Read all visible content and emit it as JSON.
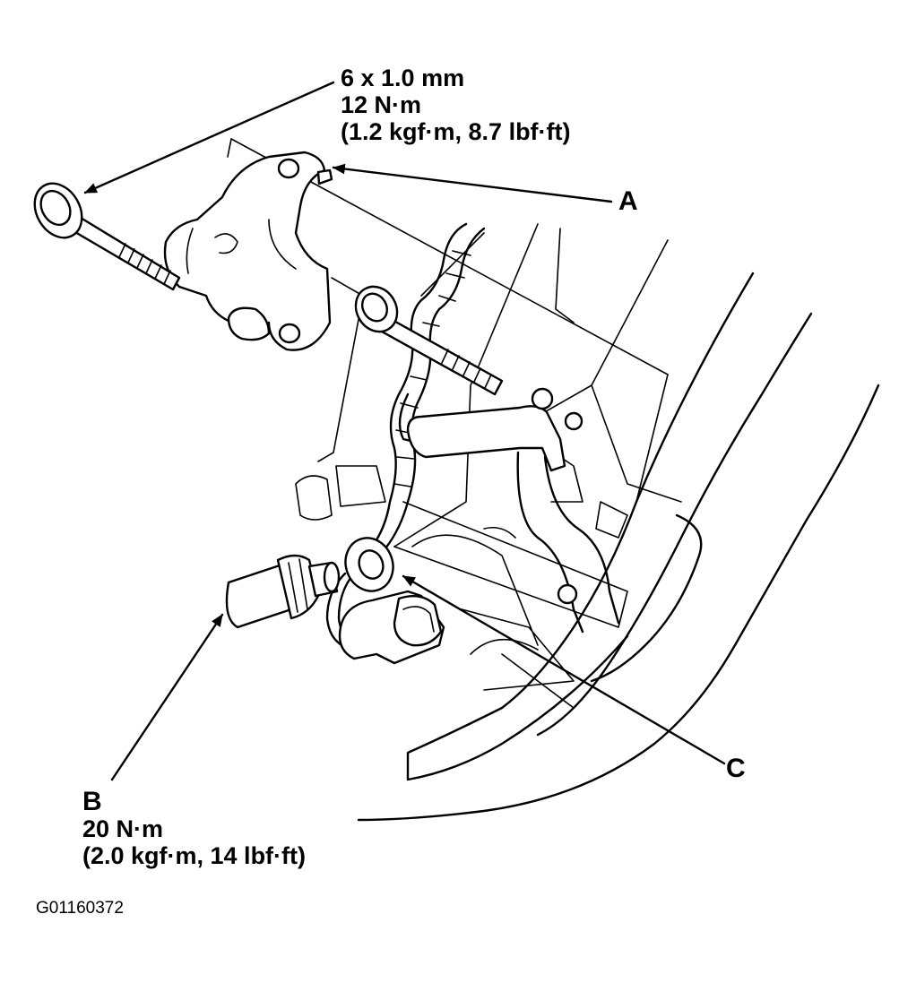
{
  "callouts": {
    "bolt_spec": {
      "size": "6 x 1.0 mm",
      "torque": "12 N·m",
      "conversion": "(1.2 kgf·m, 8.7 lbf·ft)"
    },
    "label_a": "A",
    "label_b": "B",
    "torque_b": "20 N·m",
    "conversion_b": "(2.0 kgf·m, 14 lbf·ft)",
    "label_c": "C"
  },
  "figure_code": "G01160372",
  "colors": {
    "ink": "#000000",
    "paper": "#ffffff"
  }
}
